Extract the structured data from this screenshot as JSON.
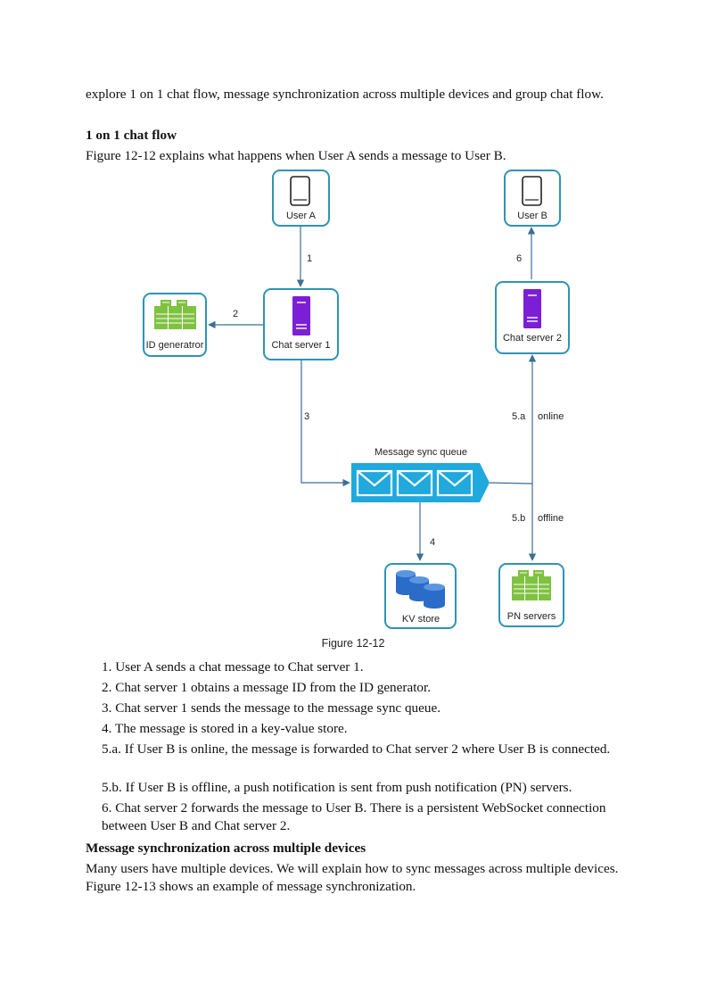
{
  "intro": "explore 1 on 1 chat flow, message synchronization across multiple devices and group chat flow.",
  "section1": {
    "heading": "1 on 1 chat flow",
    "lead": "Figure 12-12 explains what happens when User A sends a message to User B."
  },
  "figure": {
    "nodes": {
      "user_a": "User A",
      "user_b": "User B",
      "id_generator": "ID generatror",
      "chat_server_1": "Chat server 1",
      "chat_server_2": "Chat server 2",
      "queue": "Message sync queue",
      "kv_store": "KV store",
      "pn_servers": "PN servers"
    },
    "edges": {
      "e1": "1",
      "e2": "2",
      "e3": "3",
      "e4": "4",
      "e5a": "5.a",
      "e5a_note": "online",
      "e5b": "5.b",
      "e5b_note": "offline",
      "e6": "6"
    },
    "caption": "Figure 12-12",
    "colors": {
      "border": "#2f93b6",
      "arrow": "#3c6f92",
      "queue": "#1fa9dd",
      "server": "#7a1fd6",
      "rack": "#7fc241",
      "db": "#2a6cc8"
    }
  },
  "steps": [
    "1. User A sends a chat message to Chat server 1.",
    "2. Chat server 1 obtains a message ID from the ID generator.",
    "3. Chat server 1 sends the message to the message sync queue.",
    "4. The message is stored in a key-value store.",
    "5.a. If User B is online, the message is forwarded to Chat server 2 where User B is connected.",
    "5.b. If User B is offline, a push notification is sent from push notification (PN) servers.",
    "6. Chat server 2 forwards the message to User B. There is a persistent WebSocket connection between User B and Chat server 2."
  ],
  "section2": {
    "heading": "Message synchronization across multiple devices",
    "body": "Many users have multiple devices. We will explain how to sync messages across multiple devices. Figure 12-13 shows an example of message synchronization."
  }
}
